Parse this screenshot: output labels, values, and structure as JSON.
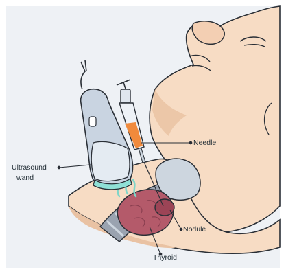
{
  "labels": {
    "needle": "Needle",
    "ultrasound_line1": "Ultrasound",
    "ultrasound_line2": "wand",
    "nodule": "Nodule",
    "thyroid": "Thyroid"
  },
  "colors": {
    "background": "#eef1f5",
    "skin": "#f7dcc4",
    "skin_shadow": "#e9c2a3",
    "outline": "#2a2f36",
    "probe_body": "#c9d4e1",
    "probe_tip": "#8fe0d6",
    "syringe_fluid": "#f08a3c",
    "thyroid": "#b45a6a",
    "trachea": "#9aa3b0",
    "cartilage": "#cdd6df"
  },
  "icons": {
    "ultrasound_waves": "wave-lines-icon"
  }
}
